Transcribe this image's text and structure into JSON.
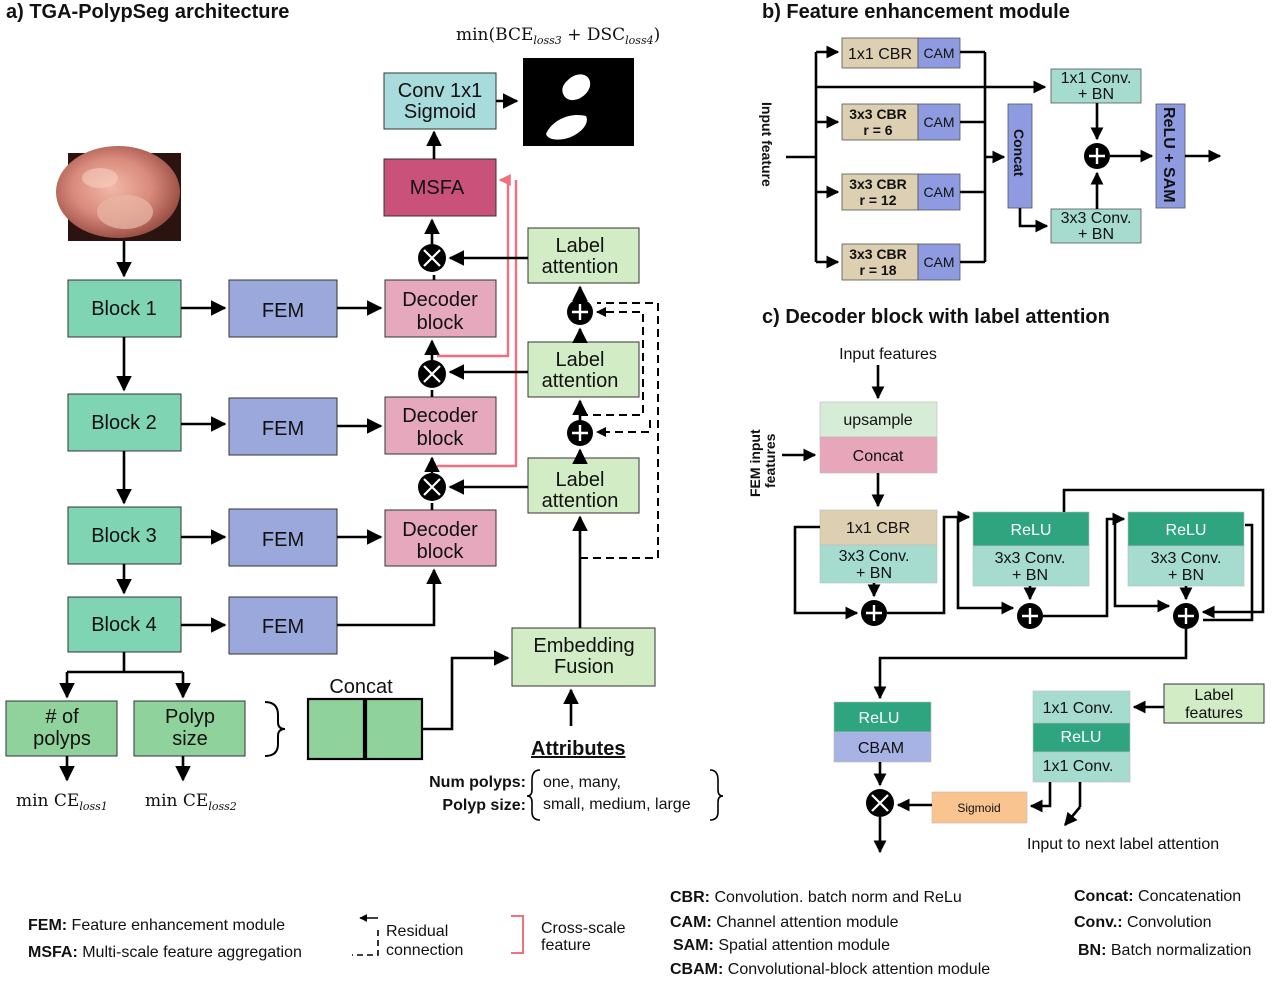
{
  "panel_a": {
    "title": "a) TGA-PolypSeg architecture",
    "loss_top": "min(BCE",
    "loss_top_sub1": "loss3",
    "loss_top_mid": " + DSC",
    "loss_top_sub2": "loss4",
    "loss_top_end": ")",
    "conv_line1": "Conv 1x1",
    "conv_line2": "Sigmoid",
    "msfa": "MSFA",
    "blocks": [
      "Block 1",
      "Block 2",
      "Block 3",
      "Block 4"
    ],
    "fem": "FEM",
    "decoder_line1": "Decoder",
    "decoder_line2": "block",
    "label_line1": "Label",
    "label_line2": "attention",
    "embed_line1": "Embedding",
    "embed_line2": "Fusion",
    "concat": "Concat",
    "num_polyps_line1": "# of",
    "num_polyps_line2": "polyps",
    "polyp_size_line1": "Polyp",
    "polyp_size_line2": "size",
    "loss1": "min CE",
    "loss1_sub": "loss1",
    "loss2": "min CE",
    "loss2_sub": "loss2",
    "attributes": "Attributes",
    "attr_num_label": "Num polyps:",
    "attr_num_values": "one, many,",
    "attr_size_label": "Polyp size:",
    "attr_size_values": "small, medium, large"
  },
  "panel_b": {
    "title": "b) Feature enhancement module",
    "input": "Input feature",
    "cbr1": "1x1 CBR",
    "cam": "CAM",
    "cbr_r6_l1": "3x3 CBR",
    "cbr_r6_l2": "r = 6",
    "cbr_r12_l1": "3x3 CBR",
    "cbr_r12_l2": "r = 12",
    "cbr_r18_l1": "3x3 CBR",
    "cbr_r18_l2": "r = 18",
    "concat": "Concat",
    "conv1_l1": "1x1 Conv.",
    "conv1_l2": "+ BN",
    "conv3_l1": "3x3 Conv.",
    "conv3_l2": "+ BN",
    "relu_sam": "ReLU + SAM"
  },
  "panel_c": {
    "title": "c) Decoder block with label attention",
    "input_features": "Input features",
    "fem_input_l1": "FEM input",
    "fem_input_l2": "features",
    "upsample": "upsample",
    "concat": "Concat",
    "cbr": "1x1 CBR",
    "conv3_l1": "3x3 Conv.",
    "conv3_l2": "+ BN",
    "relu": "ReLU",
    "cbam": "CBAM",
    "conv1": "1x1 Conv.",
    "label_features_l1": "Label",
    "label_features_l2": "features",
    "sigmoid": "Sigmoid",
    "next_label": "Input to next label attention"
  },
  "legend": {
    "fem_key": "FEM:",
    "fem_val": " Feature enhancement module",
    "msfa_key": "MSFA:",
    "msfa_val": " Multi-scale feature aggregation",
    "residual_l1": "Residual",
    "residual_l2": "connection",
    "cross_l1": "Cross-scale",
    "cross_l2": "feature",
    "cbr_key": "CBR:",
    "cbr_val": " Convolution. batch norm and ReLu",
    "cam_key": "CAM:",
    "cam_val": " Channel attention module",
    "sam_key": "SAM:",
    "sam_val": " Spatial attention module",
    "cbam_key": "CBAM:",
    "cbam_val": " Convolutional-block attention module",
    "concat_key": "Concat:",
    "concat_val": " Concatenation",
    "conv_key": "Conv.:",
    "conv_val": " Convolution",
    "bn_key": "BN:",
    "bn_val": " Batch normalization"
  },
  "colors": {
    "block": "#7fd4b4",
    "fem": "#9aa8dc",
    "decoder": "#e6a8bc",
    "msfa": "#c9517a",
    "conv_sig": "#a8dcdc",
    "label": "#d2ecc6",
    "prop": "#8fd29c",
    "cbr": "#dccfb2",
    "cam": "#8f9be0",
    "relu_dark": "#2ea57e",
    "teal_light": "#a6dcd0",
    "upsample": "#d7ecd7",
    "concat_pink": "#e8a6ba",
    "sigmoid": "#f9c490",
    "cbam": "#a7b3e4",
    "pink_line": "#f07080"
  }
}
